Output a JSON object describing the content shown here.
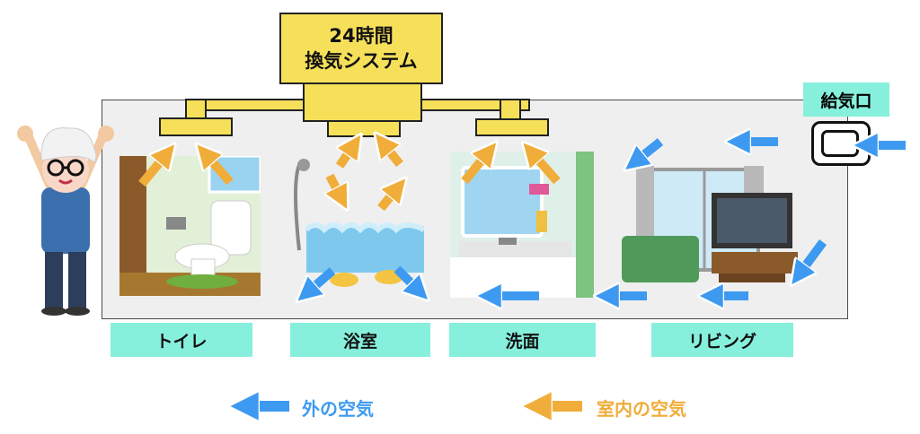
{
  "system": {
    "line1": "24時間",
    "line2": "換気システム"
  },
  "supply_port": {
    "label": "給気口"
  },
  "rooms": [
    {
      "label": "トイレ"
    },
    {
      "label": "浴室"
    },
    {
      "label": "洗面"
    },
    {
      "label": "リビング"
    }
  ],
  "legend": {
    "outside_air": "外の空気",
    "inside_air": "室内の空気"
  },
  "colors": {
    "outside_air": "#3d9af0",
    "inside_air": "#f0ad3a",
    "duct": "#f6e05a",
    "label_bg": "#86f0dc"
  }
}
